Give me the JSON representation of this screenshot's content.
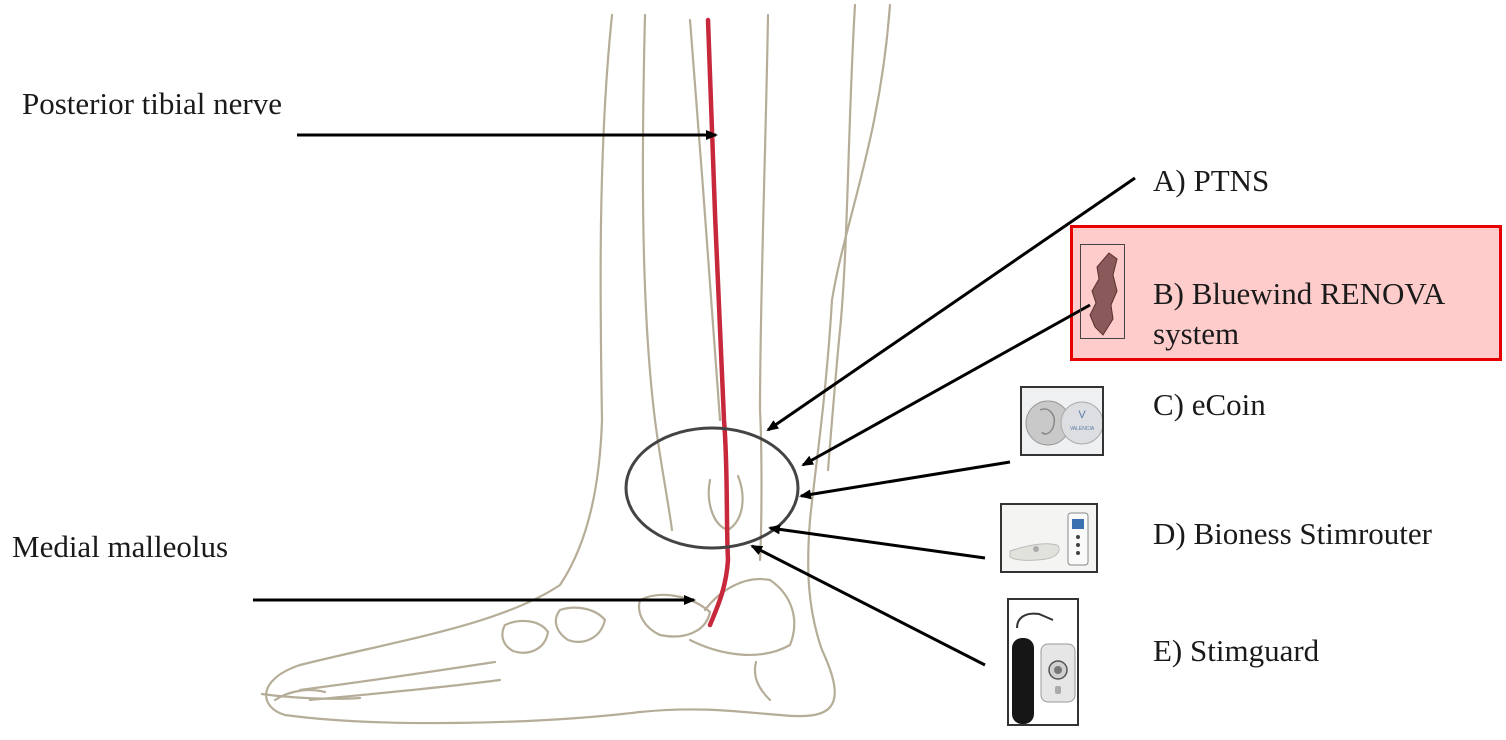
{
  "labels": {
    "posterior_tibial_nerve": "Posterior tibial nerve",
    "medial_malleolus": "Medial malleolus",
    "ptns": "A) PTNS",
    "bluewind_line1": "B) Bluewind RENOVA",
    "bluewind_line2": "system",
    "ecoin": "C) eCoin",
    "bioness": "D) Bioness Stimrouter",
    "stimguard": "E) Stimguard"
  },
  "ecoin_thumb_text": "VALENCIA",
  "colors": {
    "nerve": "#c8283c",
    "outline": "#b5ad97",
    "arrow": "#000000",
    "highlight_fill": "#ff7878",
    "highlight_border": "#e60000"
  },
  "icons": [
    "leg-illustration",
    "bluewind-implant-icon",
    "ecoin-device-icon",
    "bioness-device-icon",
    "stimguard-device-icon"
  ]
}
